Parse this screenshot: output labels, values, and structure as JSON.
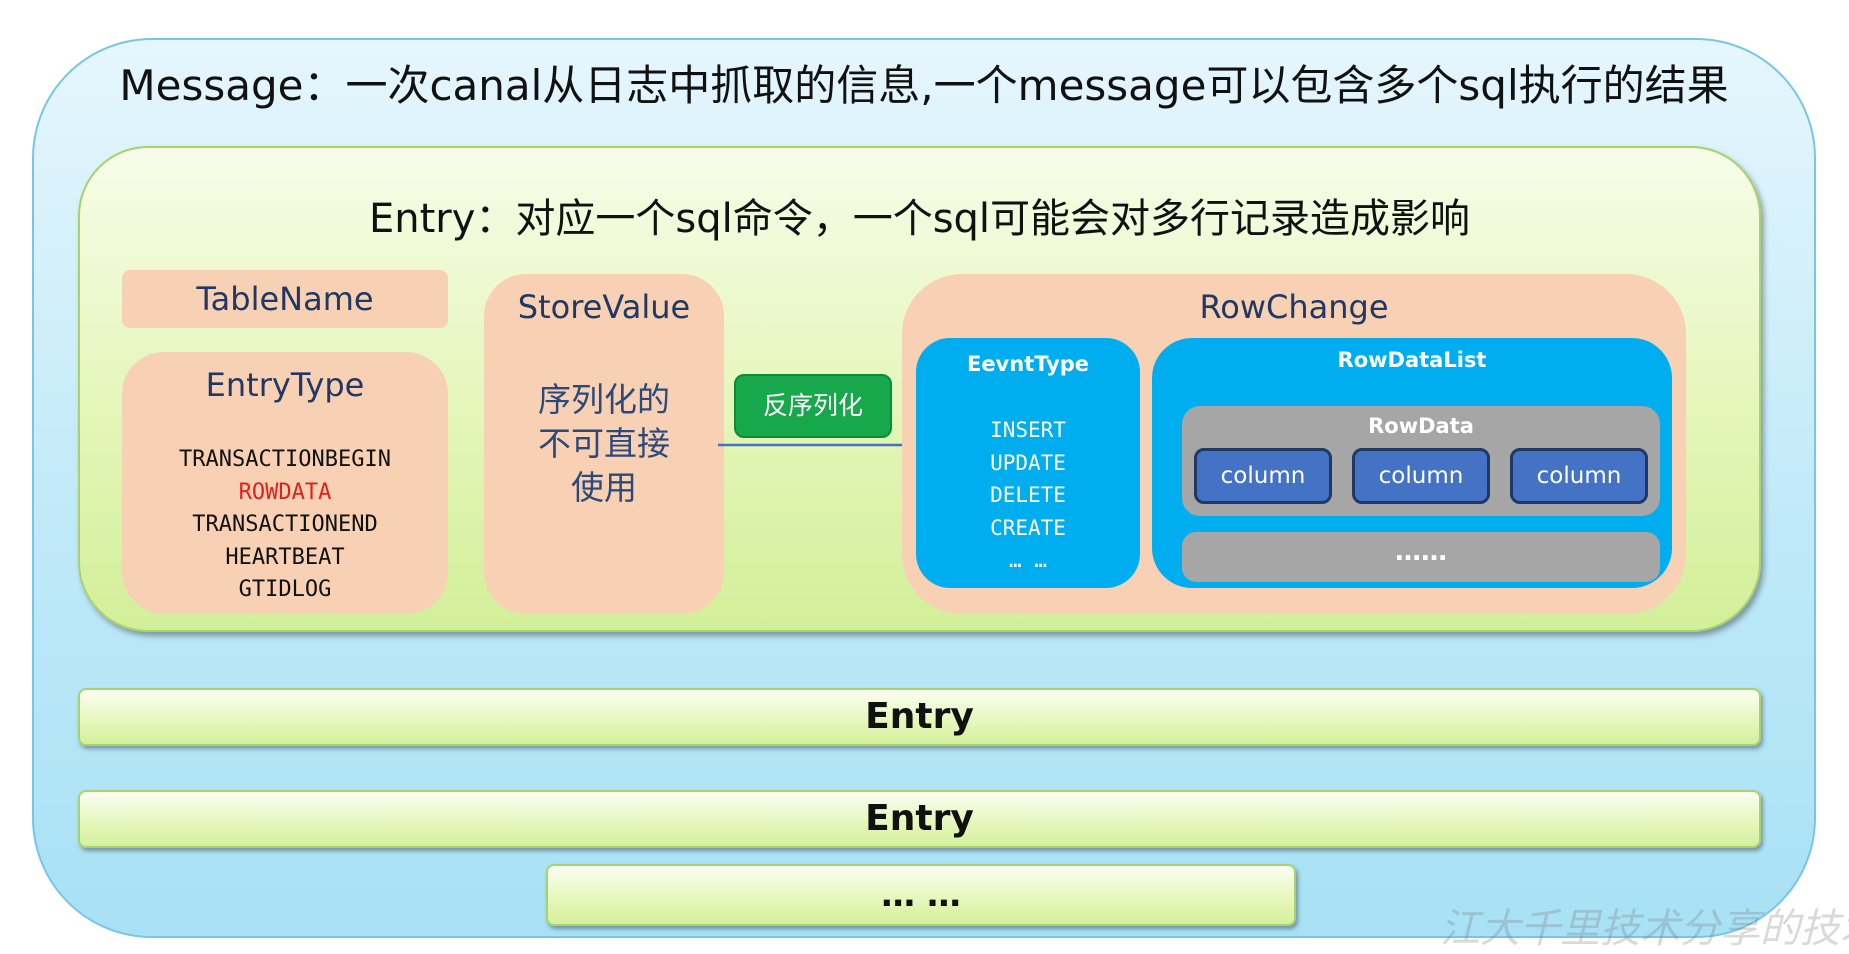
{
  "message": {
    "title": "Message：一次canal从日志中抓取的信息,一个message可以包含多个sql执行的结果"
  },
  "entry": {
    "title": "Entry：对应一个sql命令，一个sql可能会对多行记录造成影响",
    "table_name": "TableName",
    "entry_type": {
      "title": "EntryType",
      "items": [
        "TRANSACTIONBEGIN",
        "ROWDATA",
        "TRANSACTIONEND",
        "HEARTBEAT",
        "GTIDLOG"
      ],
      "highlight_item": "ROWDATA",
      "highlight_color": "#e0211c"
    },
    "store_value": {
      "title": "StoreValue",
      "description_lines": [
        "序列化的",
        "不可直接",
        "使用"
      ]
    },
    "deserialize_label": "反序列化",
    "row_change": {
      "title": "RowChange",
      "event_type": {
        "title": "EevntType",
        "items": [
          "INSERT",
          "UPDATE",
          "DELETE",
          "CREATE",
          "… …"
        ]
      },
      "row_data_list": {
        "title": "RowDataList",
        "row_data": {
          "title": "RowData",
          "columns": [
            "column",
            "column",
            "column"
          ]
        },
        "more": "……"
      }
    }
  },
  "entries": [
    "Entry",
    "Entry"
  ],
  "more": "… …",
  "watermark": "江大千里技术分享的技术",
  "colors": {
    "message_bg": "#bfe9f8",
    "entry_bg": "#e4f6b9",
    "peach": "#f8d0b3",
    "blue": "#00aeef",
    "gray": "#a6a6a6",
    "column": "#4472c4",
    "green_button": "#16a84a",
    "arrow": "#4472c4"
  }
}
